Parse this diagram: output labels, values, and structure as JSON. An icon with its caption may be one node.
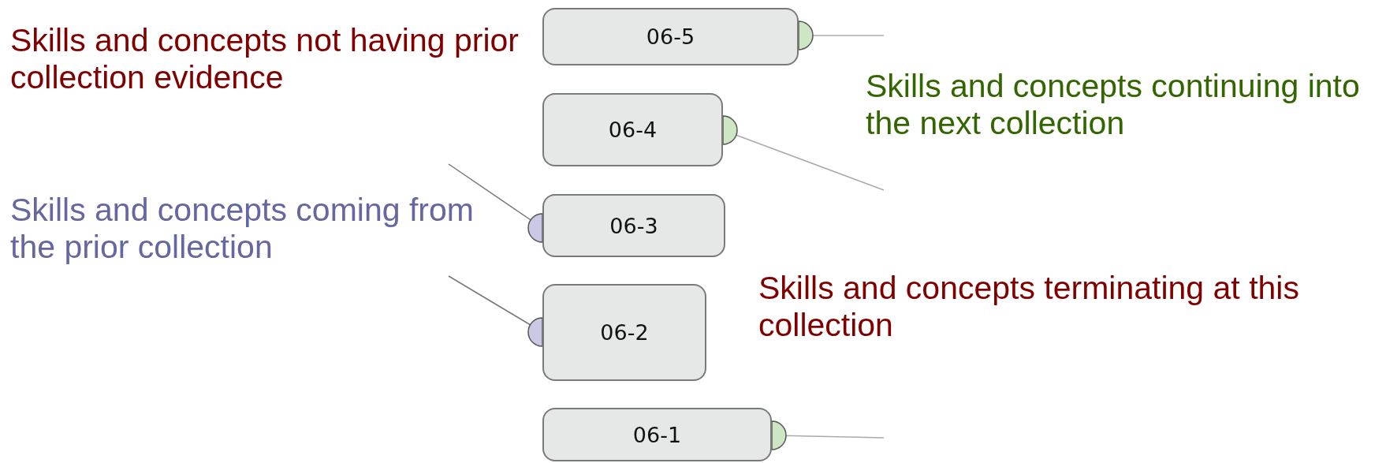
{
  "diagram": {
    "nodes": [
      {
        "text": [
          "06-5"
        ]
      },
      {
        "text": [
          "06-4"
        ]
      },
      {
        "text": [
          "06-3"
        ]
      },
      {
        "text": [
          "06-2"
        ]
      },
      {
        "text": [
          "06-1"
        ]
      }
    ],
    "edges": [
      {
        "from": 0,
        "to": null,
        "arrow": "none"
      },
      {
        "from": 1,
        "to": null,
        "arrow": "none"
      },
      {
        "from": null,
        "to": 2,
        "arrow": "none"
      },
      {
        "from": null,
        "to": 3,
        "arrow": "none"
      },
      {
        "from": 4,
        "to": null,
        "arrow": "none"
      }
    ],
    "labels": [
      "Skills and concepts not having prior collection evidence",
      "Skills and concepts continuing into the next collection",
      "Skills and concepts coming from the prior collection",
      "Skills and concepts terminating at this collection"
    ]
  }
}
